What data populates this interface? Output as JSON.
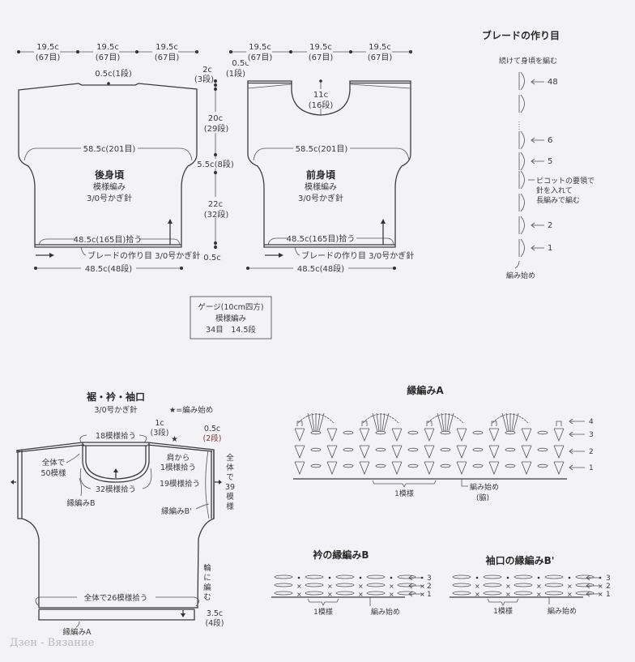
{
  "back": {
    "top_dims": [
      {
        "cm": "19.5c",
        "st": "(67目)"
      },
      {
        "cm": "19.5c",
        "st": "(67目)"
      },
      {
        "cm": "19.5c",
        "st": "(67目)"
      }
    ],
    "shoulder": "0.5c(1段)",
    "width": "58.5c(201目)",
    "title": "後身頃",
    "pattern": "模様編み",
    "hook": "3/0号かぎ針",
    "pickup": "48.5c(165目)拾う",
    "braid": "ブレードの作り目 3/0号かぎ針",
    "bottom": "48.5c(48段)"
  },
  "center_dims": {
    "a_cm": "2c",
    "a_rows": "(3段)",
    "b_cm": "0.5c",
    "b_rows": "(1段)",
    "c_cm": "20c",
    "c_rows": "(29段)",
    "d": "5.5c(8段)",
    "e_cm": "22c",
    "e_rows": "(32段)",
    "f": "0.5c"
  },
  "front": {
    "top_dims": [
      {
        "cm": "19.5c",
        "st": "(67目)"
      },
      {
        "cm": "19.5c",
        "st": "(67目)"
      },
      {
        "cm": "19.5c",
        "st": "(67目)"
      }
    ],
    "neck_cm": "11c",
    "neck_rows": "(16段)",
    "width": "58.5c(201目)",
    "title": "前身頃",
    "pattern": "模様編み",
    "hook": "3/0号かぎ針",
    "pickup": "48.5c(165目)拾う",
    "braid": "ブレードの作り目 3/0号かぎ針",
    "bottom": "48.5c(48段)"
  },
  "braid_chart": {
    "title": "ブレードの作り目",
    "top_note": "続けて身頃を編む",
    "rows": [
      "48",
      "6",
      "5",
      "2",
      "1"
    ],
    "note": [
      "ピコットの要領で",
      "針を入れて",
      "長編みで編む"
    ],
    "start": "編み始め"
  },
  "gauge": {
    "title": "ゲージ(10cm四方)",
    "pattern": "模様編み",
    "values": "34目　14.5段"
  },
  "finishing": {
    "title": "裾・衿・袖口",
    "hook": "3/0号かぎ針",
    "star_note": "★=編み始め",
    "neck_top": "18模様拾う",
    "neck_cm": "1c",
    "neck_rows": "(3段)",
    "sleeve_cm": "0.5c",
    "sleeve_rows": "(2段)",
    "total_50": [
      "全体で",
      "50模様"
    ],
    "neck_bottom": "32模様拾う",
    "edging_b": "縁編みB",
    "shoulder_pick": [
      "肩から",
      "1模様拾う"
    ],
    "sleeve_pick": "19模様拾う",
    "total_39": [
      "全",
      "体",
      "で",
      "39",
      "模",
      "様"
    ],
    "edging_b2": "縁編みB'",
    "round": [
      "輪",
      "に",
      "編",
      "む"
    ],
    "hem_pick": "全体で26模様拾う",
    "hem_cm": "3.5c",
    "hem_rows": "(4段)",
    "edging_a": "縁編みA"
  },
  "edging_a_chart": {
    "title": "縁編みA",
    "rows": [
      "4",
      "3",
      "2",
      "1"
    ],
    "repeat": "1模様",
    "start": "編み始め",
    "start_note": "(脇)"
  },
  "edging_b_chart": {
    "title": "衿の縁編みB",
    "rows": [
      "3",
      "2",
      "1"
    ],
    "repeat": "1模様",
    "start": "編み始め"
  },
  "edging_b2_chart": {
    "title": "袖口の縁編みB'",
    "rows": [
      "3",
      "2",
      "1"
    ],
    "repeat": "1模様",
    "start": "編み始め"
  },
  "watermark": "Дзен - Вязание"
}
